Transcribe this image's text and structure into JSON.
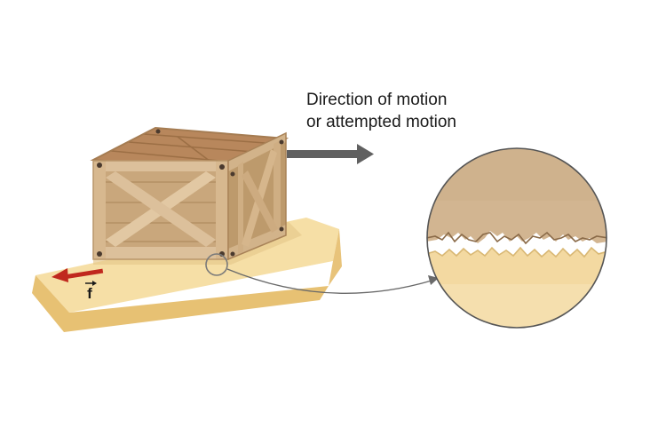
{
  "labels": {
    "motion_line1": "Direction of motion",
    "motion_line2": "or attempted motion",
    "force_symbol": "f"
  },
  "colors": {
    "background": "#ffffff",
    "floor_top": "#f6dfa6",
    "floor_side": "#e8c37a",
    "crate_panel": "#c9a77c",
    "crate_frame": "#dcc09b",
    "crate_frame_dark": "#bd9a6c",
    "crate_top": "#b8875c",
    "motion_arrow": "#606060",
    "friction_arrow": "#c0281e",
    "zoom_crate_material": "#d2b591",
    "zoom_floor_material": "#f3d9a1"
  }
}
